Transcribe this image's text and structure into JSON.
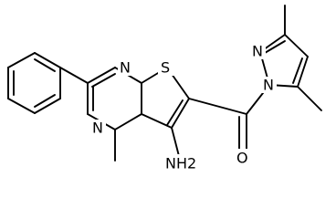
{
  "molecule": {
    "atoms": {
      "N_pym_top": "N",
      "N_pym_bottom": "N",
      "S_thiophene": "S",
      "N_pyrazole_2": "N",
      "N_pyrazole_1": "N",
      "O_carbonyl": "O",
      "NH2_amine": "NH2"
    }
  },
  "colors": {
    "bond": "#000000",
    "background": "#ffffff"
  }
}
